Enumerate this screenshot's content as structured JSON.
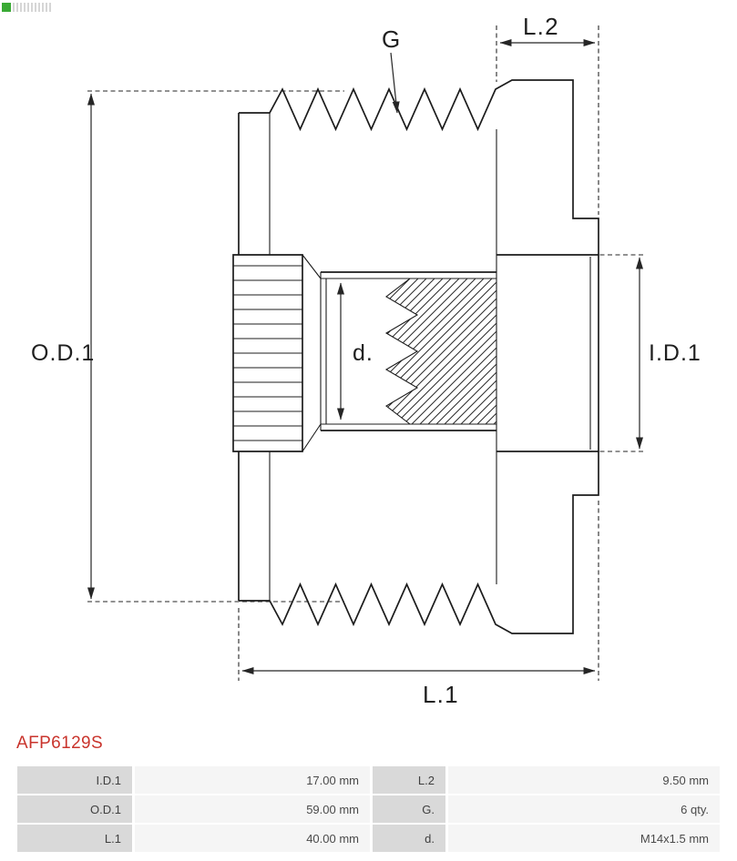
{
  "drawing": {
    "labels": {
      "outer_diameter": "O.D.1",
      "inner_diameter": "I.D.1",
      "length_total": "L.1",
      "length_2": "L.2",
      "grooves": "G",
      "thread_diameter": "d."
    }
  },
  "part_number": "AFP6129S",
  "spec_table": {
    "rows": [
      {
        "label_left": "I.D.1",
        "value_left": "17.00 mm",
        "label_right": "L.2",
        "value_right": "9.50 mm"
      },
      {
        "label_left": "O.D.1",
        "value_left": "59.00 mm",
        "label_right": "G.",
        "value_right": "6 qty."
      },
      {
        "label_left": "L.1",
        "value_left": "40.00 mm",
        "label_right": "d.",
        "value_right": "M14x1.5 mm"
      }
    ]
  },
  "colors": {
    "part_number_red": "#c9342c",
    "logo_green": "#3aaa35",
    "table_label_bg": "#d9d9d9",
    "table_value_bg": "#f5f5f5"
  }
}
